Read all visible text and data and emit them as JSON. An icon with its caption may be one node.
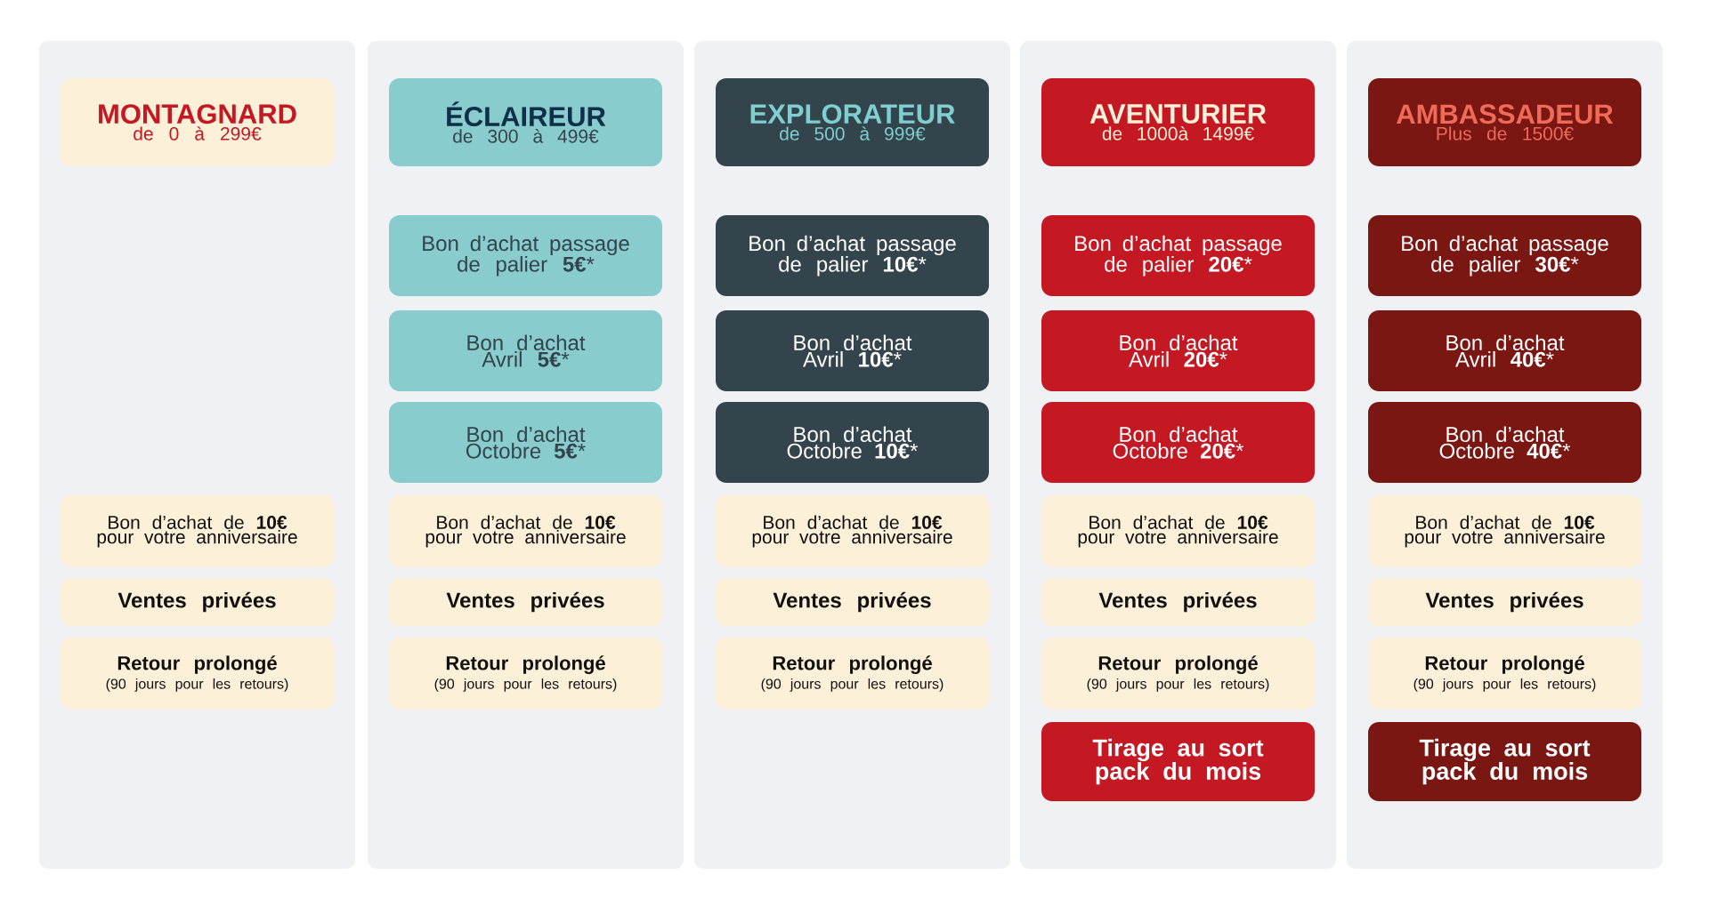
{
  "diagram": {
    "nodes": [
      {
        "text": [],
        "shape": "box"
      },
      {
        "text": [
          "MONTAGNARD",
          "de 0 à 299€"
        ],
        "in": 0
      },
      {
        "text": [
          "Bon d’achat de **10€** pour votre anniversaire"
        ],
        "in": 0
      },
      {
        "text": [
          "Ventes privées"
        ],
        "in": 0
      },
      {
        "text": [
          "Retour prolongé",
          "(90 jours pour les retours)"
        ],
        "in": 0
      },
      {
        "text": [],
        "shape": "box"
      },
      {
        "text": [
          "ÉCLAIREUR",
          "de 300 à 499€"
        ],
        "in": 5
      },
      {
        "text": [
          "Bon d’achat passage de palier **5€***"
        ],
        "in": 5
      },
      {
        "text": [
          "Bon d’achat Avril **5€***"
        ],
        "in": 5
      },
      {
        "text": [
          "Bon d’achat Octobre **5€***"
        ],
        "in": 5
      },
      {
        "text": [
          "Bon d’achat de **10€** pour votre anniversaire"
        ],
        "in": 5
      },
      {
        "text": [
          "Ventes privées"
        ],
        "in": 5
      },
      {
        "text": [
          "Retour prolongé",
          "(90 jours pour les retours)"
        ],
        "in": 5
      },
      {
        "text": [],
        "shape": "box"
      },
      {
        "text": [
          "EXPLORATEUR",
          "de 500 à 999€"
        ],
        "in": 13
      },
      {
        "text": [
          "Bon d’achat passage de palier **10€***"
        ],
        "in": 13
      },
      {
        "text": [
          "Bon d’achat Avril **10€***"
        ],
        "in": 13
      },
      {
        "text": [
          "Bon d’achat Octobre **10€***"
        ],
        "in": 13
      },
      {
        "text": [
          "Bon d’achat de **10€** pour votre anniversaire"
        ],
        "in": 13
      },
      {
        "text": [
          "Ventes privées"
        ],
        "in": 13
      },
      {
        "text": [
          "Retour prolongé",
          "(90 jours pour les retours)"
        ],
        "in": 13
      },
      {
        "text": [],
        "shape": "box"
      },
      {
        "text": [
          "AVENTURIER",
          "de 1000à 1499€"
        ],
        "in": 21
      },
      {
        "text": [
          "Bon d’achat passage de palier **20€***"
        ],
        "in": 21
      },
      {
        "text": [
          "Bon d’achat Avril **20€***"
        ],
        "in": 21
      },
      {
        "text": [
          "Bon d’achat Octobre **20€***"
        ],
        "in": 21
      },
      {
        "text": [
          "Bon d’achat de **10€** pour votre anniversaire"
        ],
        "in": 21
      },
      {
        "text": [
          "Ventes privées"
        ],
        "in": 21
      },
      {
        "text": [
          "Retour prolongé",
          "(90 jours pour les retours)"
        ],
        "in": 21
      },
      {
        "text": [
          "Tirage au sort pack du mois"
        ],
        "in": 21
      },
      {
        "text": [],
        "shape": "box"
      },
      {
        "text": [
          "AMBASSADEUR",
          "Plus de 1500€"
        ],
        "in": 30
      },
      {
        "text": [
          "Bon d’achat passage de palier **30€***"
        ],
        "in": 30
      },
      {
        "text": [
          "Bon d’achat Avril **40€***"
        ],
        "in": 30
      },
      {
        "text": [
          "Bon d’achat Octobre **40€***"
        ],
        "in": 30
      },
      {
        "text": [
          "Bon d’achat de **10€** pour votre anniversaire"
        ],
        "in": 30
      },
      {
        "text": [
          "Ventes privées"
        ],
        "in": 30
      },
      {
        "text": [
          "Retour prolongé",
          "(90 jours pour les retours)"
        ],
        "in": 30
      },
      {
        "text": [
          "Tirage au sort pack du mois"
        ],
        "in": 30
      }
    ]
  }
}
